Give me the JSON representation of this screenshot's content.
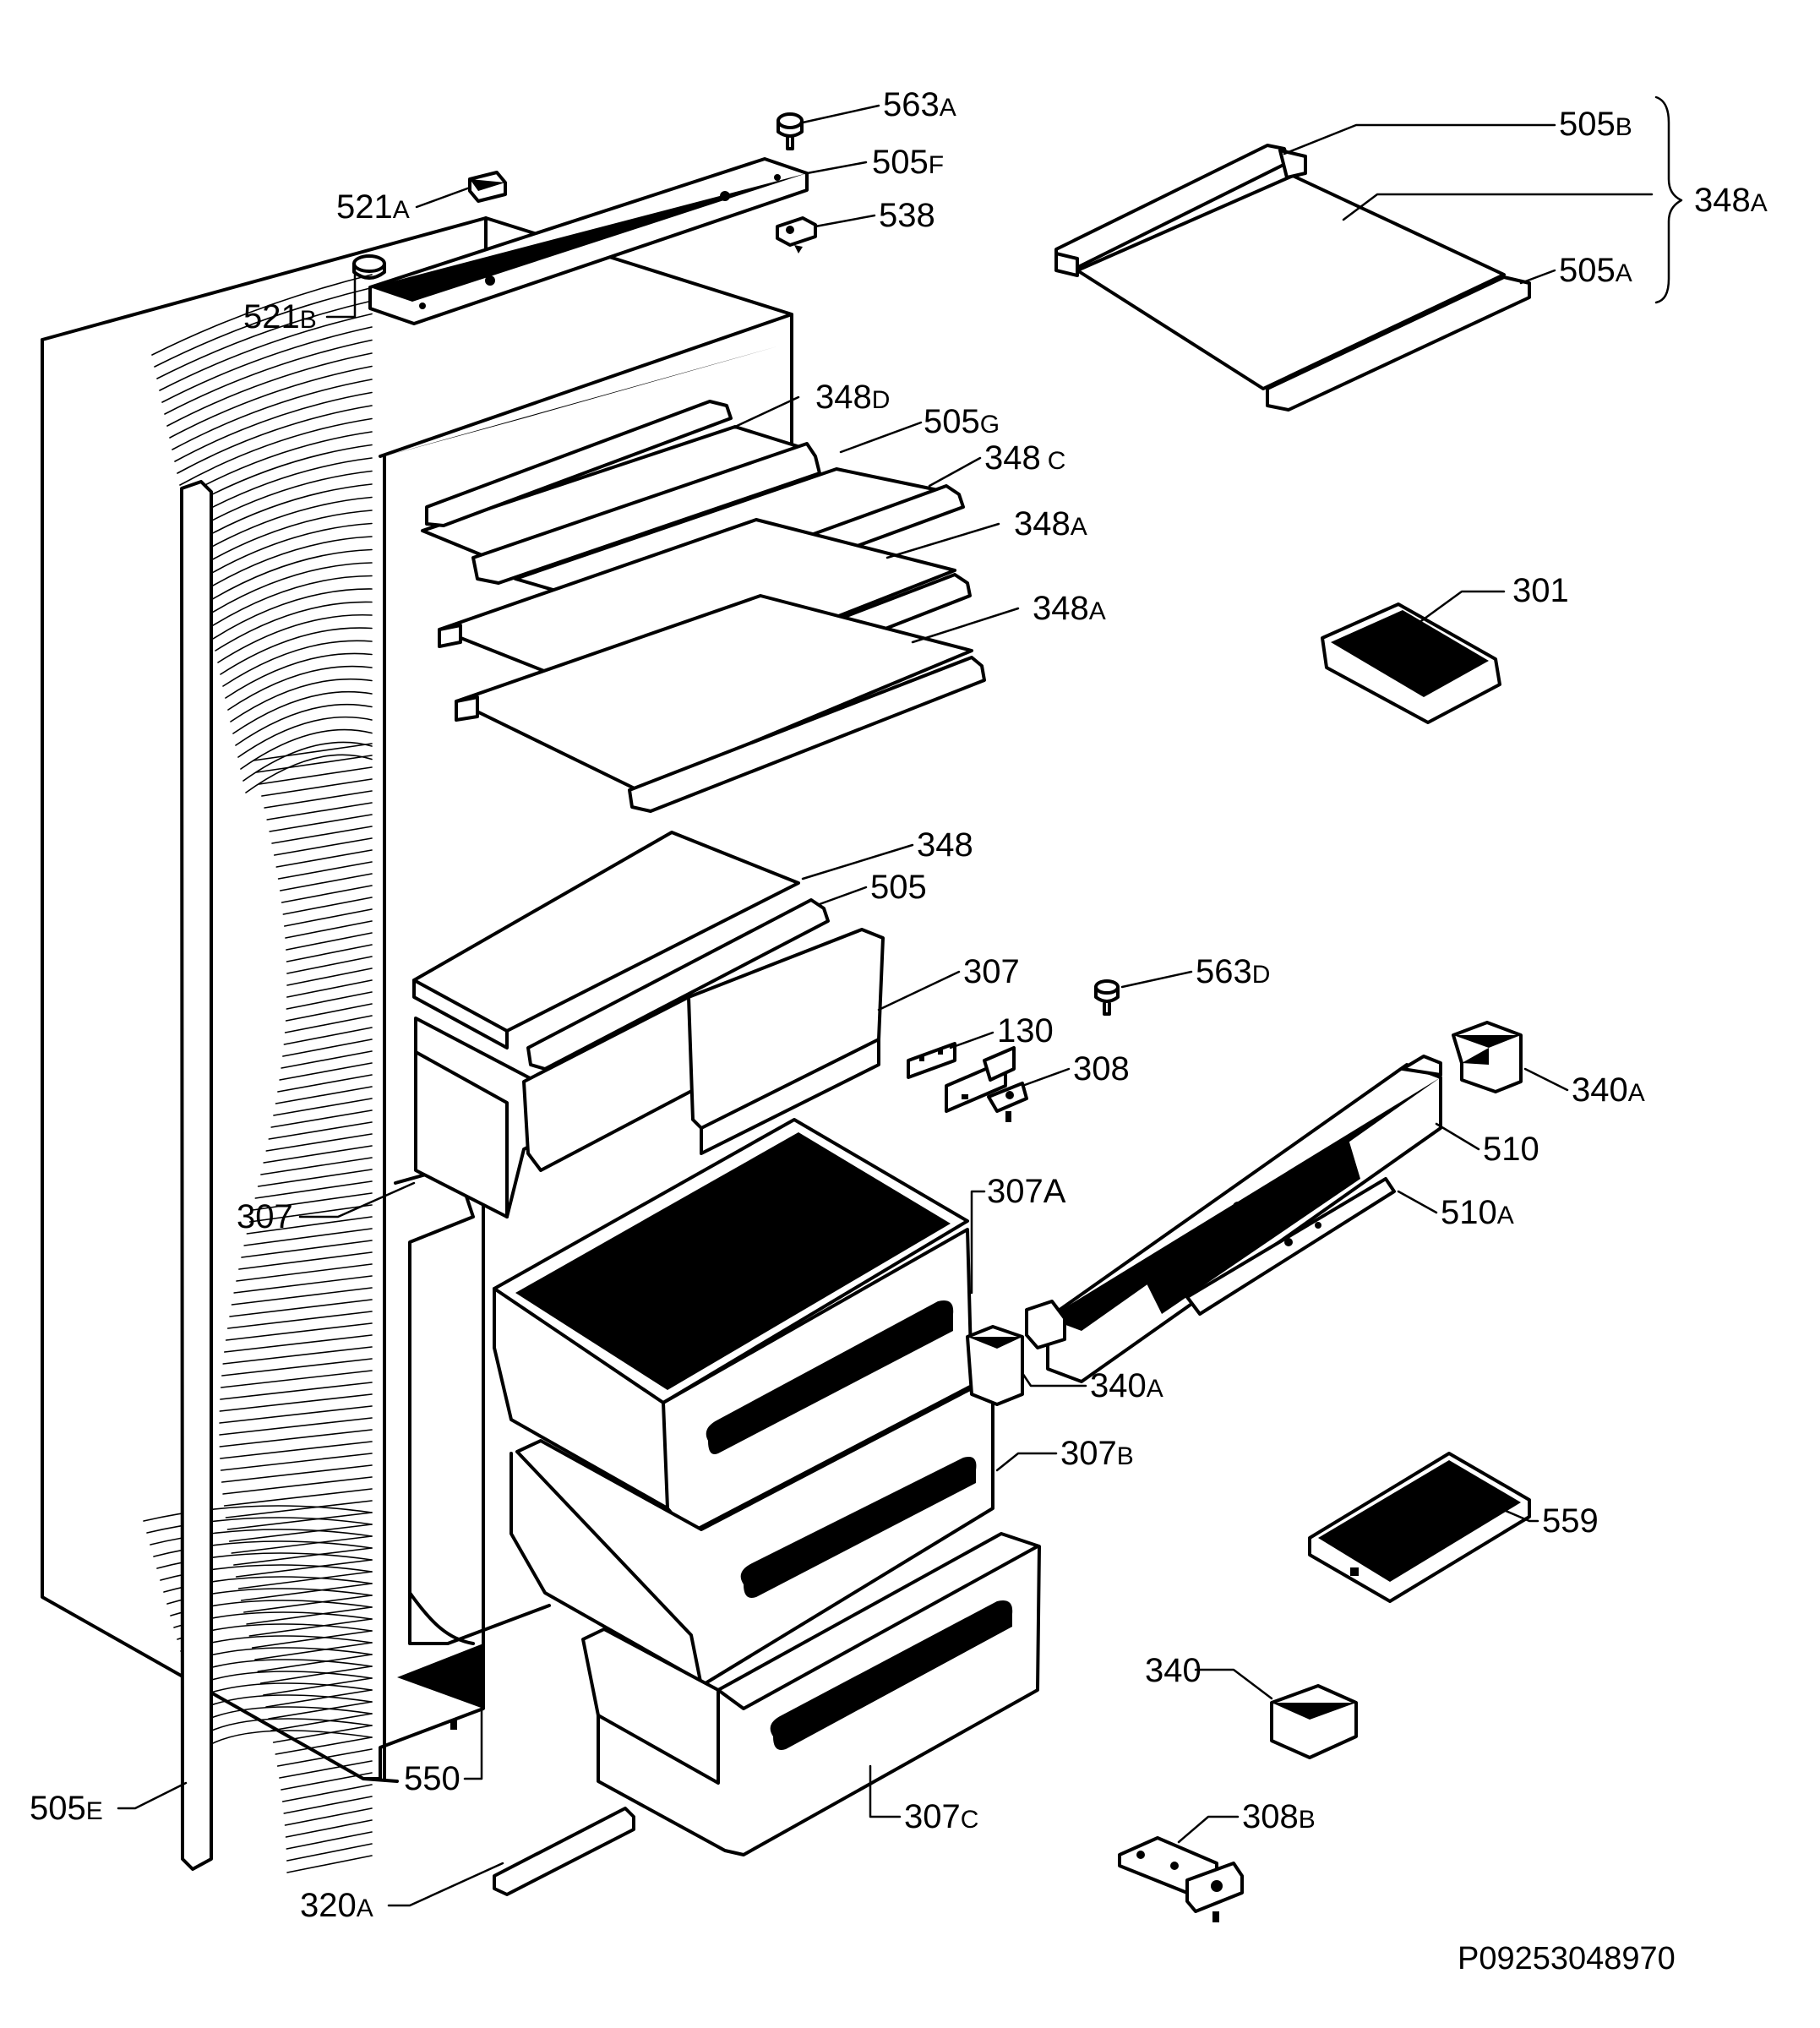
{
  "labels": [
    {
      "id": "563a",
      "num": "563",
      "suffix": "A"
    },
    {
      "id": "505f",
      "num": "505",
      "suffix": "F"
    },
    {
      "id": "521a",
      "num": "521",
      "suffix": "A"
    },
    {
      "id": "538",
      "num": "538",
      "suffix": ""
    },
    {
      "id": "521b",
      "num": "521",
      "suffix": "B"
    },
    {
      "id": "505b",
      "num": "505",
      "suffix": "B"
    },
    {
      "id": "348a-top",
      "num": "348",
      "suffix": "A"
    },
    {
      "id": "505a",
      "num": "505",
      "suffix": "A"
    },
    {
      "id": "348d",
      "num": "348",
      "suffix": "D"
    },
    {
      "id": "505g",
      "num": "505",
      "suffix": "G"
    },
    {
      "id": "348c",
      "num": "348",
      "suffix": "C"
    },
    {
      "id": "348a-1",
      "num": "348",
      "suffix": "A"
    },
    {
      "id": "348a-2",
      "num": "348",
      "suffix": "A"
    },
    {
      "id": "301",
      "num": "301",
      "suffix": ""
    },
    {
      "id": "348",
      "num": "348",
      "suffix": ""
    },
    {
      "id": "505",
      "num": "505",
      "suffix": ""
    },
    {
      "id": "307-right",
      "num": "307",
      "suffix": ""
    },
    {
      "id": "563d",
      "num": "563",
      "suffix": "D"
    },
    {
      "id": "130",
      "num": "130",
      "suffix": ""
    },
    {
      "id": "308",
      "num": "308",
      "suffix": ""
    },
    {
      "id": "340a-top",
      "num": "340",
      "suffix": "A"
    },
    {
      "id": "510",
      "num": "510",
      "suffix": ""
    },
    {
      "id": "307-left",
      "num": "307",
      "suffix": ""
    },
    {
      "id": "307a",
      "num": "307",
      "suffix": "A"
    },
    {
      "id": "510a",
      "num": "510",
      "suffix": "A"
    },
    {
      "id": "340a-bottom",
      "num": "340",
      "suffix": "A"
    },
    {
      "id": "307b",
      "num": "307",
      "suffix": "B"
    },
    {
      "id": "559",
      "num": "559",
      "suffix": ""
    },
    {
      "id": "340",
      "num": "340",
      "suffix": ""
    },
    {
      "id": "550",
      "num": "550",
      "suffix": ""
    },
    {
      "id": "505e",
      "num": "505",
      "suffix": "E"
    },
    {
      "id": "307c",
      "num": "307",
      "suffix": "C"
    },
    {
      "id": "308b",
      "num": "308",
      "suffix": "B"
    },
    {
      "id": "320a",
      "num": "320",
      "suffix": "A"
    }
  ],
  "document_code": "P09253048970"
}
